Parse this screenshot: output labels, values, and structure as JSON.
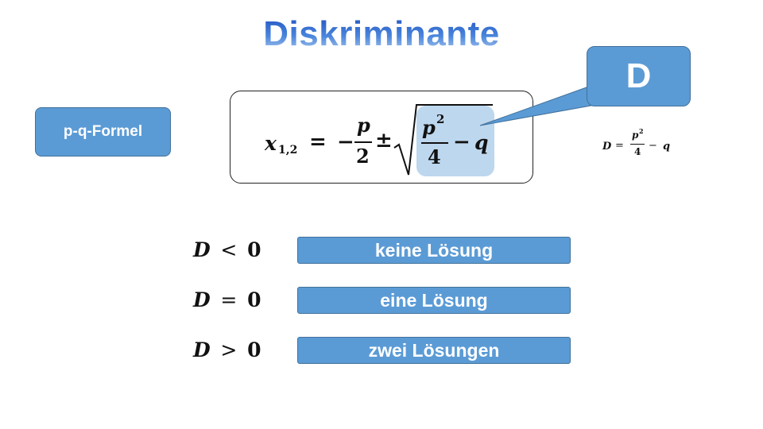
{
  "title": "Diskriminante",
  "label_box": "p-q-Formel",
  "formula": {
    "lhs_var": "x",
    "lhs_sub": "1,2",
    "equals": "=",
    "minus": "−",
    "p": "p",
    "two": "2",
    "pm": "±",
    "p2": "p",
    "exp": "2",
    "four": "4",
    "minus_q": "−",
    "q": "q"
  },
  "callout": "D",
  "small_formula": {
    "d": "D",
    "eq": "=",
    "p": "p",
    "exp": "2",
    "four": "4",
    "minus": "−",
    "q": "q"
  },
  "conditions": [
    {
      "var": "D",
      "op": "<",
      "val": "0",
      "result": "keine Lösung"
    },
    {
      "var": "D",
      "op": "=",
      "val": "0",
      "result": "eine Lösung"
    },
    {
      "var": "D",
      "op": ">",
      "val": "0",
      "result": "zwei Lösungen"
    }
  ],
  "colors": {
    "accent": "#5b9bd5",
    "highlight": "#bdd7ee",
    "title": "#3f6fcf"
  }
}
